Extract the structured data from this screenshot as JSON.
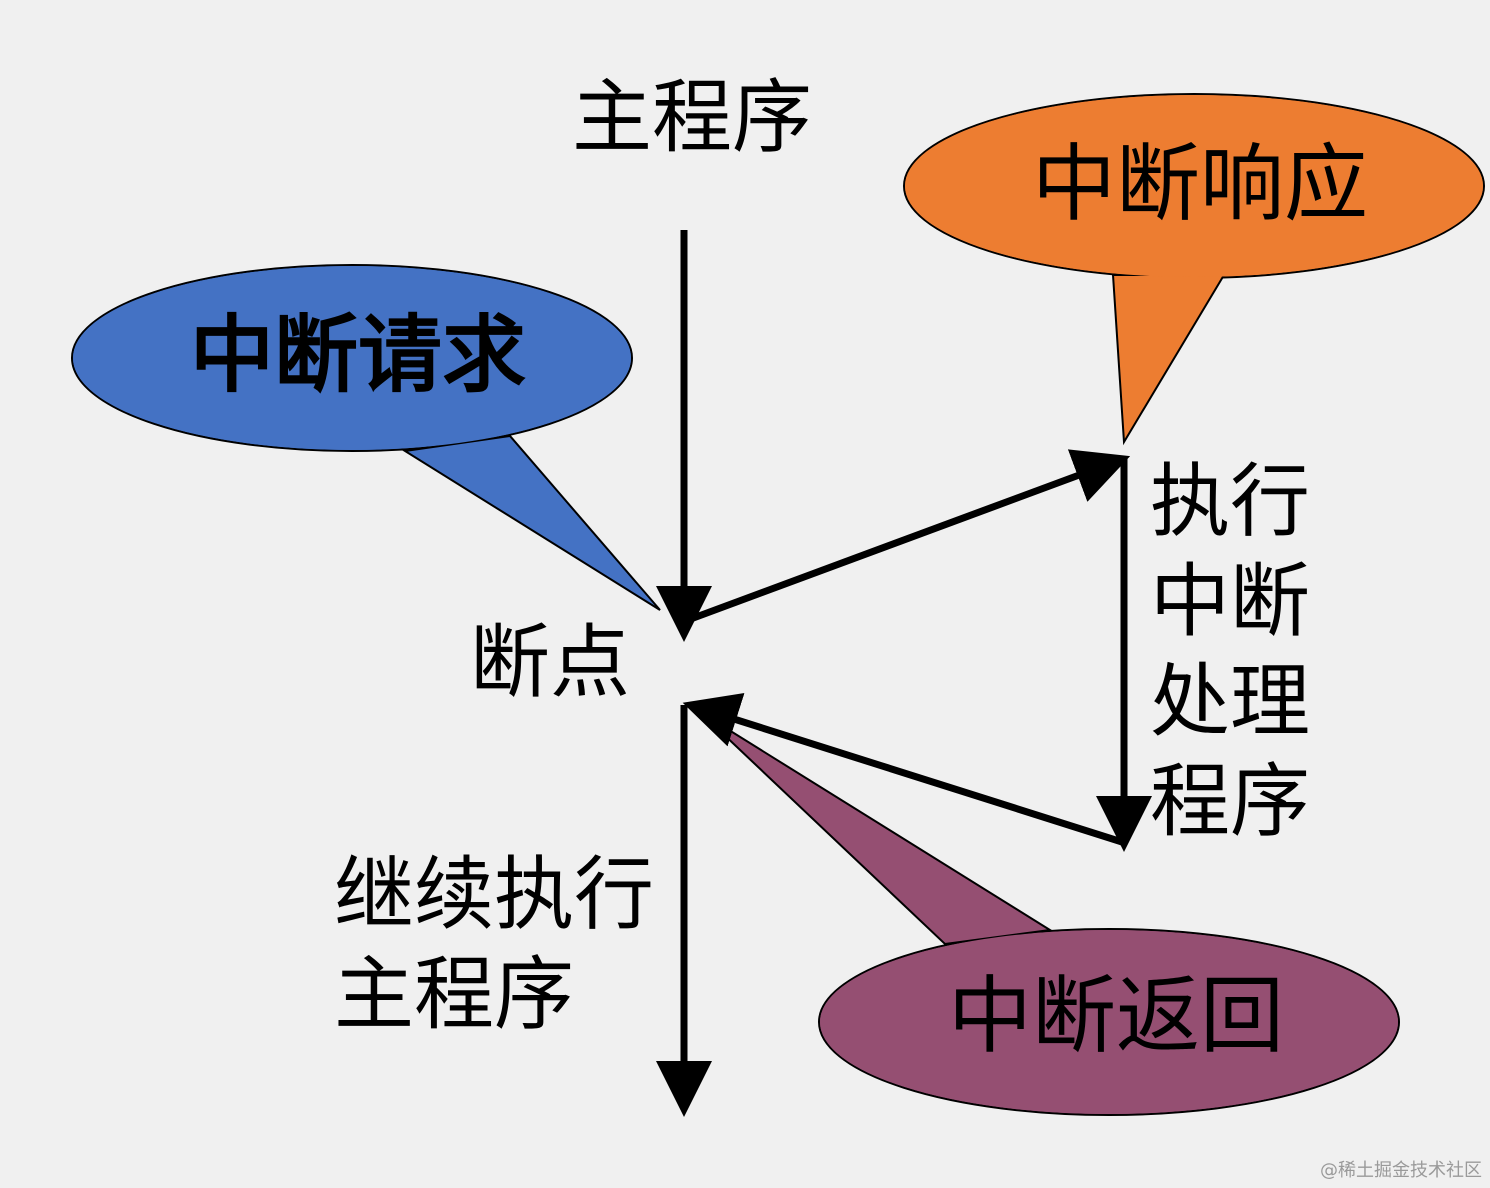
{
  "main_program": "主程序",
  "breakpoint": "断点",
  "continue_main": "继续执行\n主程序",
  "handler_program": "执行\n中断\n处理\n程序",
  "bubbles": {
    "request": {
      "label": "中断请求",
      "fill": "#4472c4"
    },
    "response": {
      "label": "中断响应",
      "fill": "#ed7d31"
    },
    "return": {
      "label": "中断返回",
      "fill": "#954f72"
    }
  },
  "colors": {
    "background": "#f0f0f0",
    "arrow": "#000000"
  },
  "watermark": "@稀土掘金技术社区"
}
